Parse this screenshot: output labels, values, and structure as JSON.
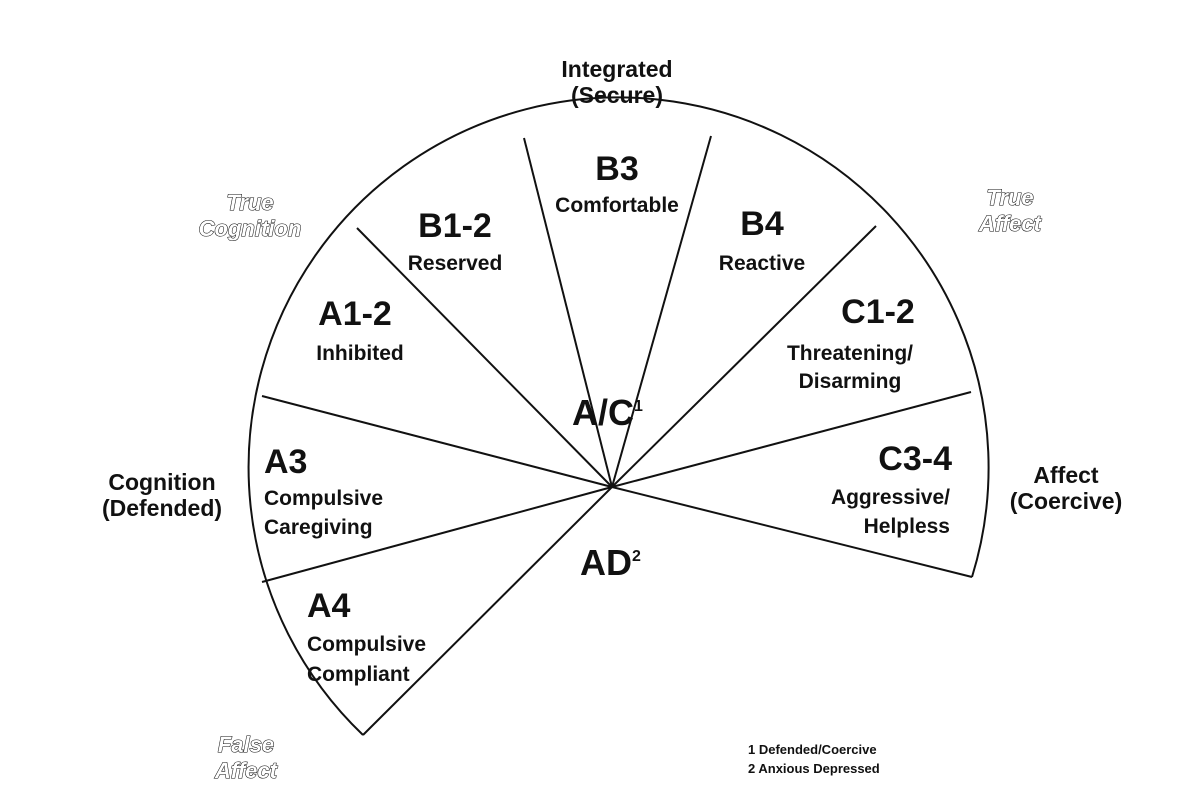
{
  "top_label": {
    "line1": "Integrated",
    "line2": "(Secure)"
  },
  "left_label": {
    "line1": "Cognition",
    "line2": "(Defended)"
  },
  "right_label": {
    "line1": "Affect",
    "line2": "(Coercive)"
  },
  "true_cognition": {
    "line1": "True",
    "line2": "Cognition"
  },
  "true_affect": {
    "line1": "True",
    "line2": "Affect"
  },
  "false_affect": {
    "line1": "False",
    "line2": "Affect"
  },
  "segments": [
    {
      "code": "B3",
      "lines": [
        "Comfortable"
      ]
    },
    {
      "code": "B1-2",
      "lines": [
        "Reserved"
      ]
    },
    {
      "code": "B4",
      "lines": [
        "Reactive"
      ]
    },
    {
      "code": "A1-2",
      "lines": [
        "Inhibited"
      ]
    },
    {
      "code": "C1-2",
      "lines": [
        "Threatening/",
        "Disarming"
      ]
    },
    {
      "code": "A3",
      "lines": [
        "Compulsive",
        "Caregiving"
      ]
    },
    {
      "code": "C3-4",
      "lines": [
        "Aggressive/",
        "Helpless"
      ]
    },
    {
      "code": "A4",
      "lines": [
        "Compulsive",
        "Compliant"
      ]
    }
  ],
  "center": {
    "ac": "A/C",
    "ac_sup": "1",
    "ad": "AD",
    "ad_sup": "2"
  },
  "notes": [
    "1 Defended/Coercive",
    "2 Anxious Depressed"
  ]
}
